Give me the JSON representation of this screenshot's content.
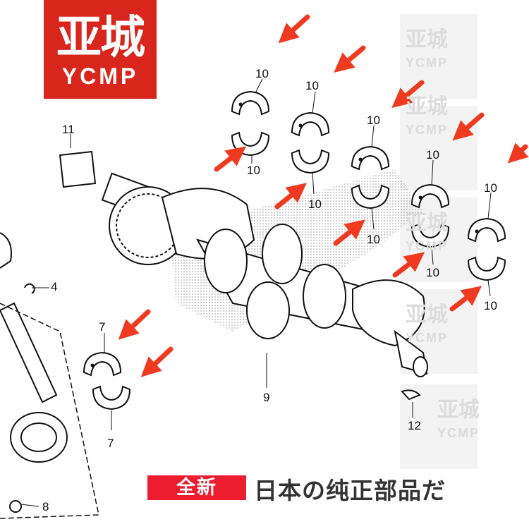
{
  "logo": {
    "cn": "亚城",
    "en": "YCMP"
  },
  "watermark": {
    "cn": "亚城",
    "en": "YCMP"
  },
  "parts": {
    "bearing_main": "10",
    "gear": "11",
    "clip": "4",
    "rod_bearing": "7",
    "crankshaft": "9",
    "key": "12",
    "nut": "8"
  },
  "banner": {
    "badge": "全新",
    "text": "日本の纯正部品だ"
  },
  "colors": {
    "logo_red": "#d9261c",
    "arrow_red": "#f03a1f",
    "badge_red": "#ed1c2e"
  }
}
